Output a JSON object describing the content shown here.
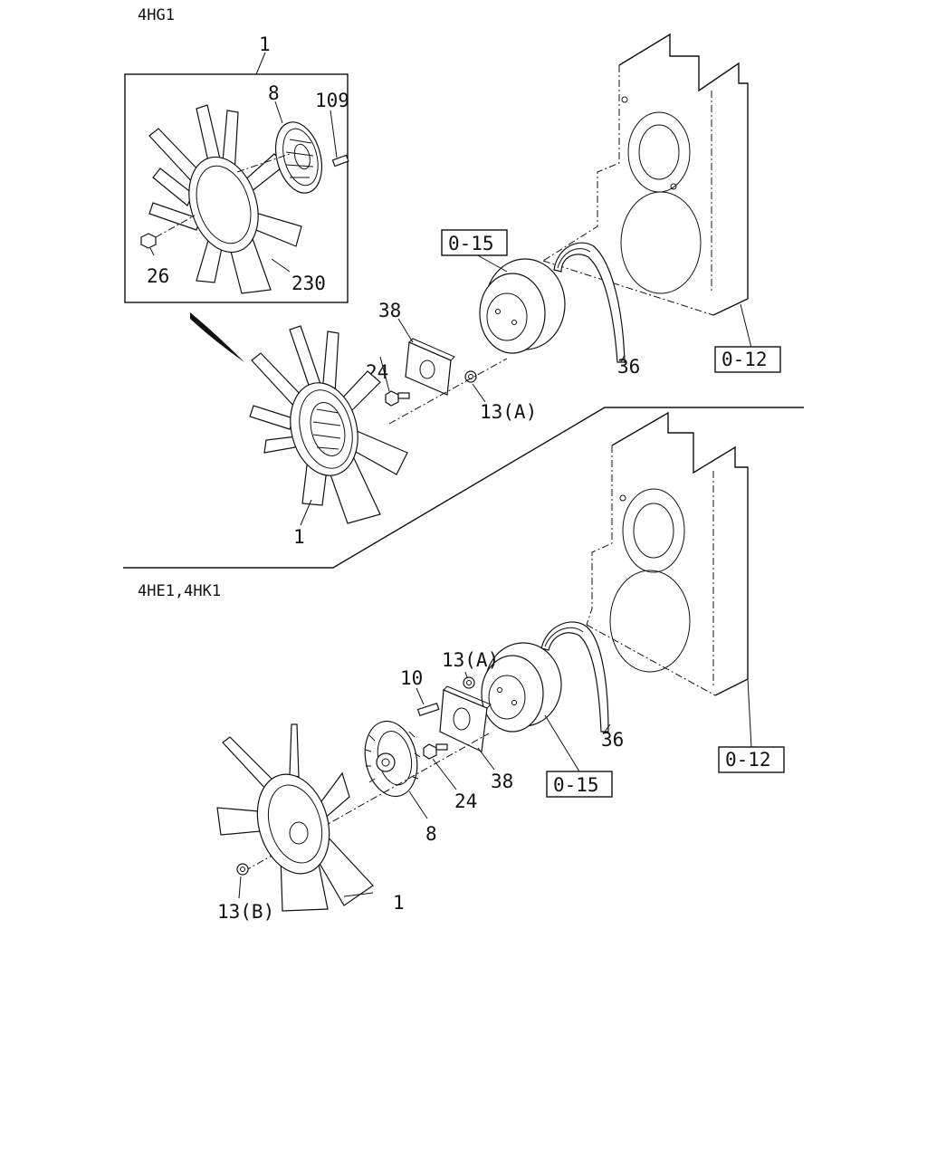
{
  "sections": {
    "top": "4HG1",
    "bottom": "4HE1,4HK1"
  },
  "callouts": {
    "top": {
      "inset_assembly": "1",
      "inset_clutch": "8",
      "inset_stud": "109",
      "inset_bolt": "26",
      "inset_fan": "230",
      "pulley_ref": "0-15",
      "spacer": "38",
      "bolt": "24",
      "nut": "13(A)",
      "belt": "36",
      "engine_ref": "0-12",
      "fan_assembly": "1"
    },
    "bottom": {
      "nut_a": "13(A)",
      "stud": "10",
      "belt": "36",
      "spacer": "38",
      "bolt": "24",
      "clutch": "8",
      "pulley_ref": "0-15",
      "engine_ref": "0-12",
      "nut_b": "13(B)",
      "fan": "1"
    }
  }
}
